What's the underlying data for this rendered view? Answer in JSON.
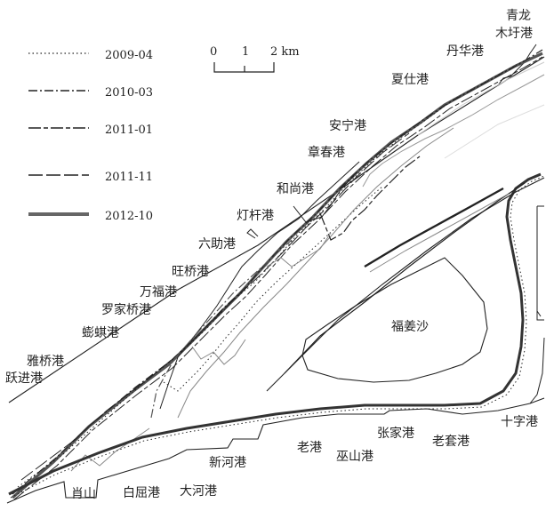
{
  "legend": [
    {
      "label": "2009-04",
      "style": "dotted"
    },
    {
      "label": "2010-03",
      "style": "dash-dot"
    },
    {
      "label": "2011-01",
      "style": "dash-dot-dot"
    },
    {
      "label": "2011-11",
      "style": "dashed"
    },
    {
      "label": "2012-10",
      "style": "thick-solid"
    }
  ],
  "scale_bar": {
    "ticks": [
      "0",
      "1",
      "2 km"
    ]
  },
  "place_names": {
    "qinglong": "青龙",
    "muyugang": "木圩港",
    "danhuagang": "丹华港",
    "xiashigang": "夏仕港",
    "anninggang": "安宁港",
    "zhangchungang": "章春港",
    "heshanggang": "和尚港",
    "dengganggang": "灯杆港",
    "liuzhugang": "六助港",
    "wangqiaogang": "旺桥港",
    "wanfugang": "万福港",
    "luojiaqiaogang": "罗家桥港",
    "pengqigang": "蟛蜞港",
    "yaqiaogang": "雅桥港",
    "yuejingang": "跃进港",
    "fujiangsha": "福姜沙",
    "shizigang": "十字港",
    "laotaogang": "老套港",
    "zhangjiagang": "张家港",
    "wushangang": "巫山港",
    "laogang": "老港",
    "xinhegang": "新河港",
    "dahegang": "大河港",
    "baiqugang": "白屈港",
    "xiaoshan": "肖山"
  },
  "colors": {
    "ink": "#222222",
    "gray": "#999999",
    "light": "#cccccc",
    "thick": "#555555"
  }
}
